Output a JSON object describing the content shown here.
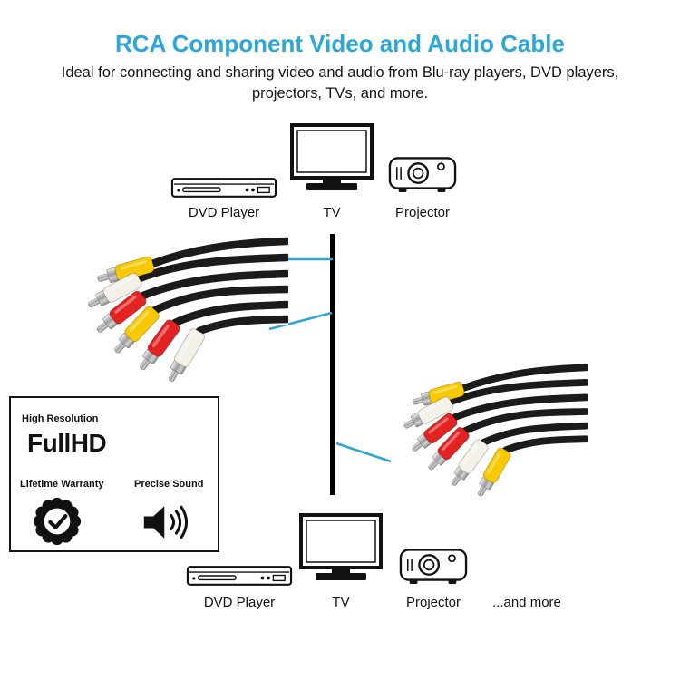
{
  "colors": {
    "accent_blue": "#2BA7D9",
    "text_dark": "#141414",
    "connector_yellow": "#F8C800",
    "connector_red": "#E32222",
    "connector_white": "#F4F1EA",
    "cable_black": "#1B1B1B"
  },
  "header": {
    "title": "RCA Component Video and Audio Cable",
    "subtitle": "Ideal for connecting and sharing video and audio from Blu-ray players, DVD players, projectors, TVs, and more."
  },
  "top_devices": [
    {
      "label": "DVD Player"
    },
    {
      "label": "TV"
    },
    {
      "label": "Projector"
    }
  ],
  "bottom_devices": [
    {
      "label": "DVD Player"
    },
    {
      "label": "TV"
    },
    {
      "label": "Projector"
    },
    {
      "label": "...and more"
    }
  ],
  "feature_box": {
    "high_resolution": "High Resolution",
    "fullhd": "FullHD",
    "lifetime_warranty": "Lifetime Warranty",
    "precise_sound": "Precise Sound"
  },
  "cables": {
    "left_connector_colors": [
      "yellow",
      "white",
      "red",
      "yellow",
      "red",
      "white"
    ],
    "right_connector_colors": [
      "yellow",
      "white",
      "red",
      "red",
      "white",
      "yellow"
    ]
  }
}
